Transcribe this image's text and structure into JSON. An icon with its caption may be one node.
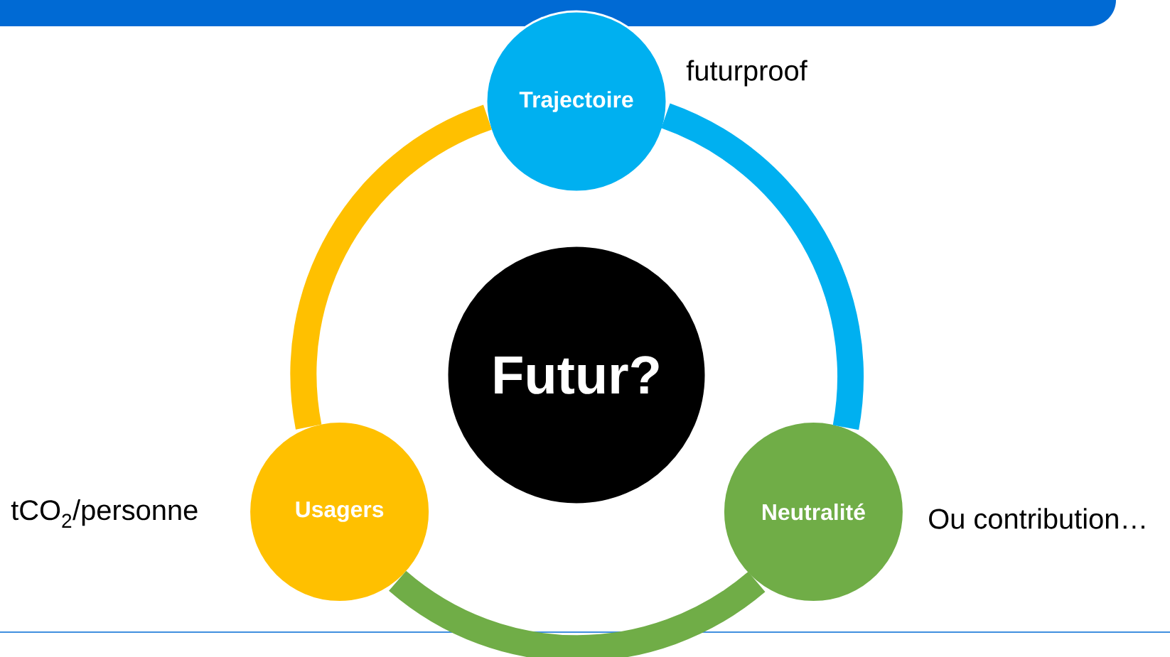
{
  "diagram": {
    "nodes": [
      {
        "text": [
          "Trajectoire"
        ],
        "beside": [
          "futurproof"
        ]
      },
      {
        "text": [
          "Futur?"
        ]
      },
      {
        "text": [
          "Usagers"
        ]
      },
      {
        "text": [
          "Neutralité"
        ],
        "beside": [
          "Ou contribution…"
        ]
      }
    ],
    "edges": [
      {
        "from": 0,
        "to": 3,
        "arrow": "none",
        "color": "#00b0f0"
      },
      {
        "from": 3,
        "to": 2,
        "arrow": "none",
        "color": "#70ad47"
      },
      {
        "from": 2,
        "to": 0,
        "arrow": "none",
        "color": "#ffc000"
      }
    ],
    "labels": [
      "tCO$_{2}$/personne"
    ]
  }
}
